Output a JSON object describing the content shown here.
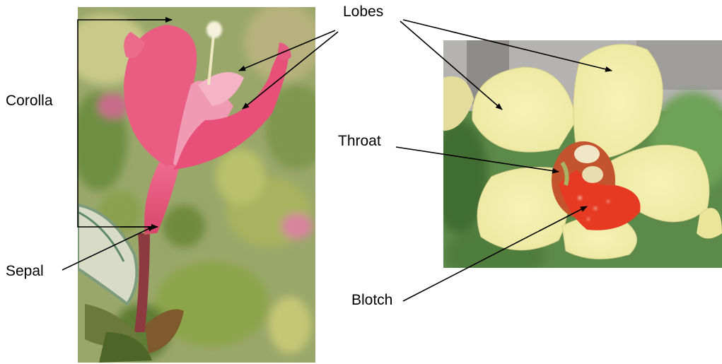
{
  "labels": {
    "corolla": "Corolla",
    "sepal": "Sepal",
    "lobes": "Lobes",
    "throat": "Throat",
    "blotch": "Blotch"
  },
  "photos": {
    "left": "pink weigela flower, side view",
    "right": "pale yellow weigela flower, front view"
  },
  "colors": {
    "pink_petal": "#e9577f",
    "yellow_petal": "#f1efaa",
    "blotch": "#e0321f",
    "foliage": "#8aa24f",
    "arrow": "#000000"
  }
}
